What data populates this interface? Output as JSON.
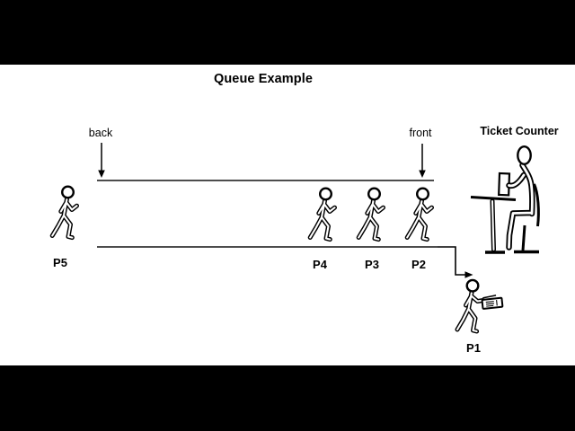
{
  "title": "Queue Example",
  "labels": {
    "back": "back",
    "front": "front",
    "counter": "Ticket Counter"
  },
  "people": {
    "p1": "P1",
    "p2": "P2",
    "p3": "P3",
    "p4": "P4",
    "p5": "P5"
  },
  "icons": {
    "walking_person": "outline walking pedestrian figure",
    "ticket_counter_person": "outline clerk seated on stool at desk with screen",
    "ticket": "ticket slip with printed lines",
    "back_arrow": "thin down arrow",
    "front_arrow": "thin down arrow",
    "dequeue_arrow": "elbow arrow from queue front to P1"
  },
  "colors": {
    "letterbox": "#000000",
    "canvas": "#ffffff",
    "ink": "#000000",
    "queue_line": "#4d4d4d"
  }
}
